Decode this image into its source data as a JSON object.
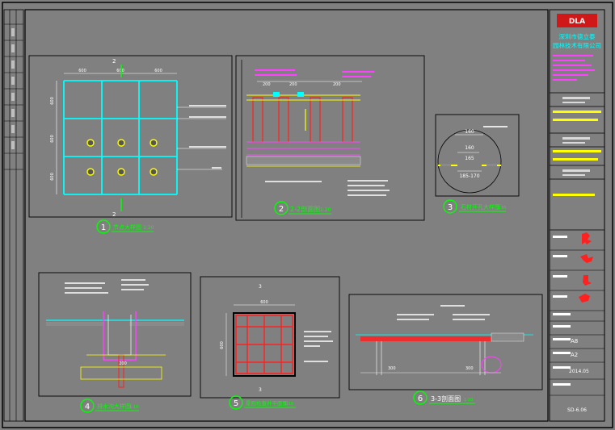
{
  "colors": {
    "background": "#808080",
    "frame": "#000000",
    "cyan": "#00ffff",
    "yellow": "#ffff00",
    "red": "#ff2020",
    "magenta": "#ff40ff",
    "green": "#00ff00",
    "white": "#ffffff",
    "brand_red": "#d01818"
  },
  "titles": {
    "t1": "节点大样图",
    "t1_scale": "1:20",
    "t2": "2-2剖面图",
    "t2_scale": "1:20",
    "t3": "石材开孔大样图",
    "t3_scale": "1:10",
    "t4": "排水沟大样图",
    "t4_scale": "1:10",
    "t5": "景观检查井平面图",
    "t5_scale": "1:10",
    "t6": "3-3剖面图",
    "t6_scale": "1:10"
  },
  "numbers": {
    "n1": "1",
    "n2": "2",
    "n3": "3",
    "n4": "4",
    "n5": "5",
    "n6": "6"
  },
  "section_marks": {
    "top": "2",
    "bottom": "2",
    "well_top": "3",
    "well_bottom": "3"
  },
  "dims": {
    "d1_top": [
      "600",
      "600",
      "600"
    ],
    "d1_left": [
      "600",
      "600",
      "600"
    ],
    "d3_160a": "160",
    "d3_160b": "160",
    "d3_165": "165",
    "d3_range": "185-170",
    "d2_a": "200",
    "d2_b": "200",
    "d2_c": "200",
    "d5_top": "600",
    "d5_side": "600",
    "d4_a": "200",
    "d6_a": "300",
    "d6_b": "300"
  },
  "title_block": {
    "logo": "DLA",
    "company_line1": "深圳市德立泰",
    "company_line2": "园林技术有限公司",
    "sheet_values": [
      "A8",
      "A2",
      "2014.05"
    ],
    "sheet_no": "SD-6.06"
  }
}
